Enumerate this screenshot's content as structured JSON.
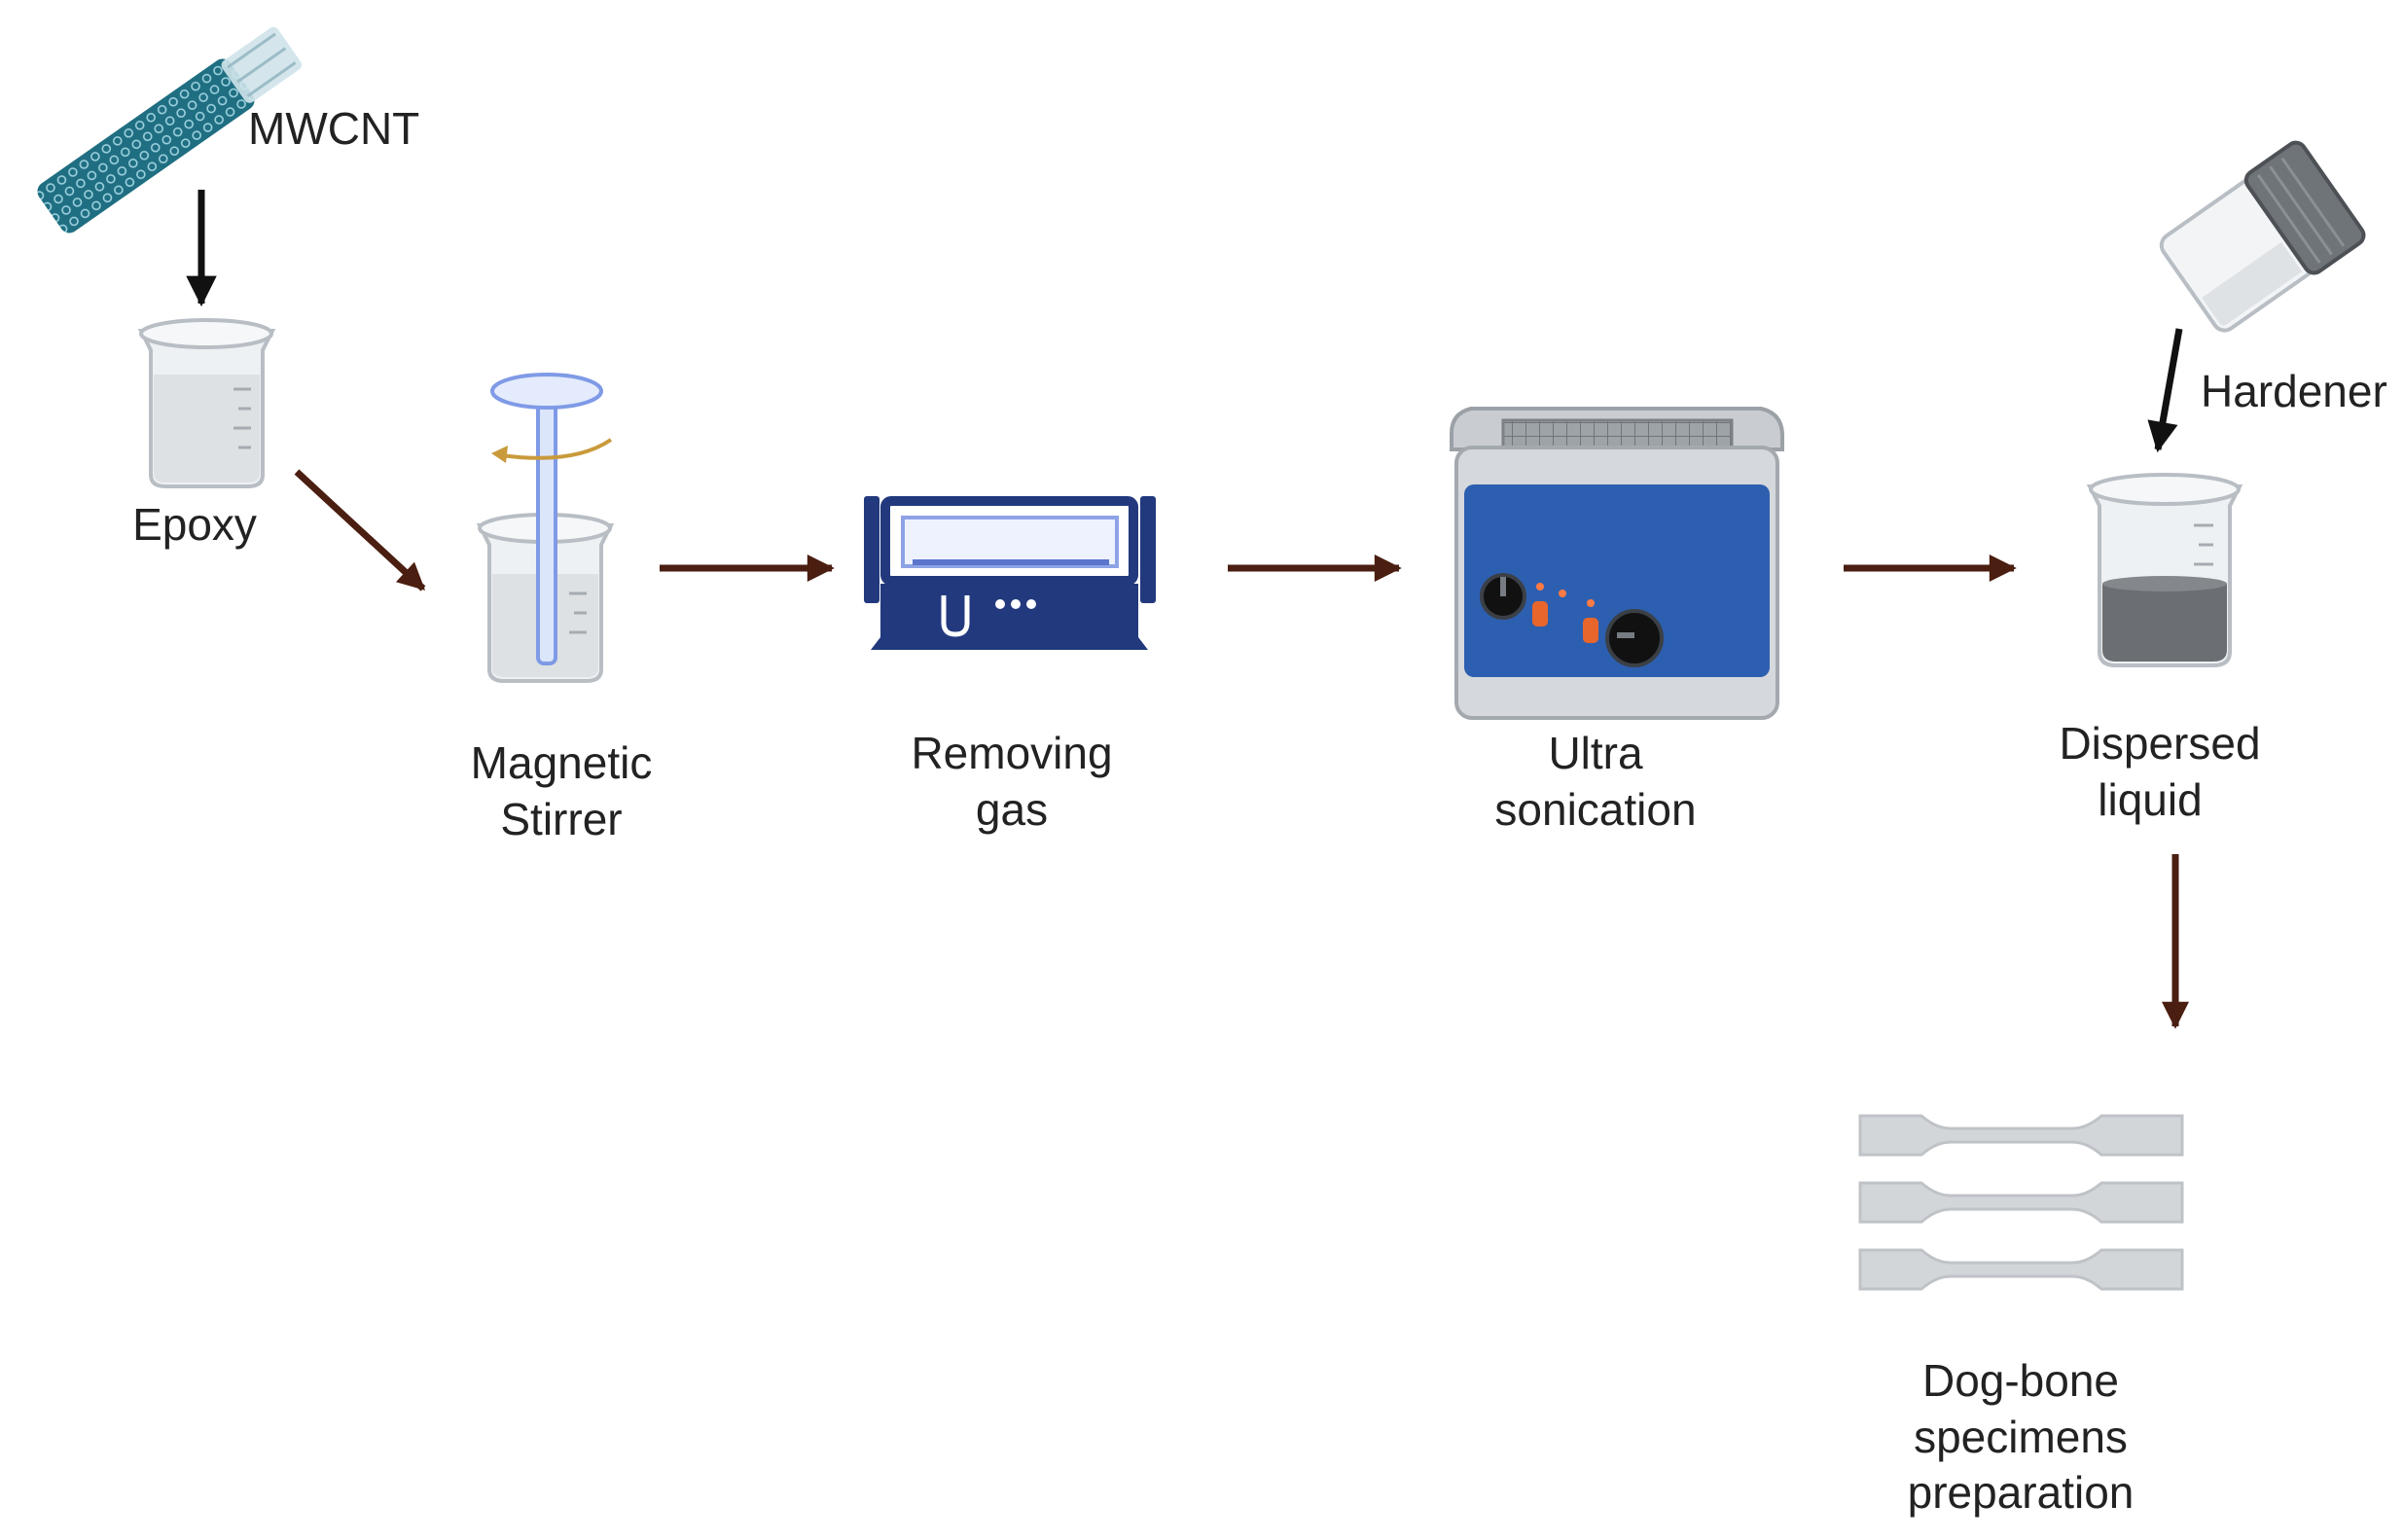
{
  "labels": {
    "mwcnt": "MWCNT",
    "epoxy": "Epoxy",
    "magnetic_stirrer": [
      "Magnetic",
      "Stirrer"
    ],
    "removing_gas": [
      "Removing",
      "gas"
    ],
    "ultra_sonication": [
      "Ultra",
      "sonication"
    ],
    "hardener": "Hardener",
    "dispersed_liquid": [
      "Dispersed",
      "liquid"
    ],
    "dog_bone": [
      "Dog-bone",
      "specimens",
      "preparation"
    ]
  },
  "colors": {
    "arrow_brown": "#4a1e10",
    "arrow_black": "#111111",
    "nanotube": "#1f6e82",
    "glass": "#bcc3c9",
    "device_blue": "#22397e",
    "sonicator_panel": "#2d5fb0",
    "steel": "#c9cdd2",
    "dispersed_liquid": "#6b6e72",
    "specimen": "#d3d6d9",
    "stir_arrow": "#c99a3c"
  },
  "icons": [
    "nanotube-icon",
    "beaker-icon",
    "magnetic-stirrer-icon",
    "vacuum-oven-icon",
    "ultrasonic-bath-icon",
    "hardener-jar-icon",
    "dog-bone-specimen-icon"
  ]
}
